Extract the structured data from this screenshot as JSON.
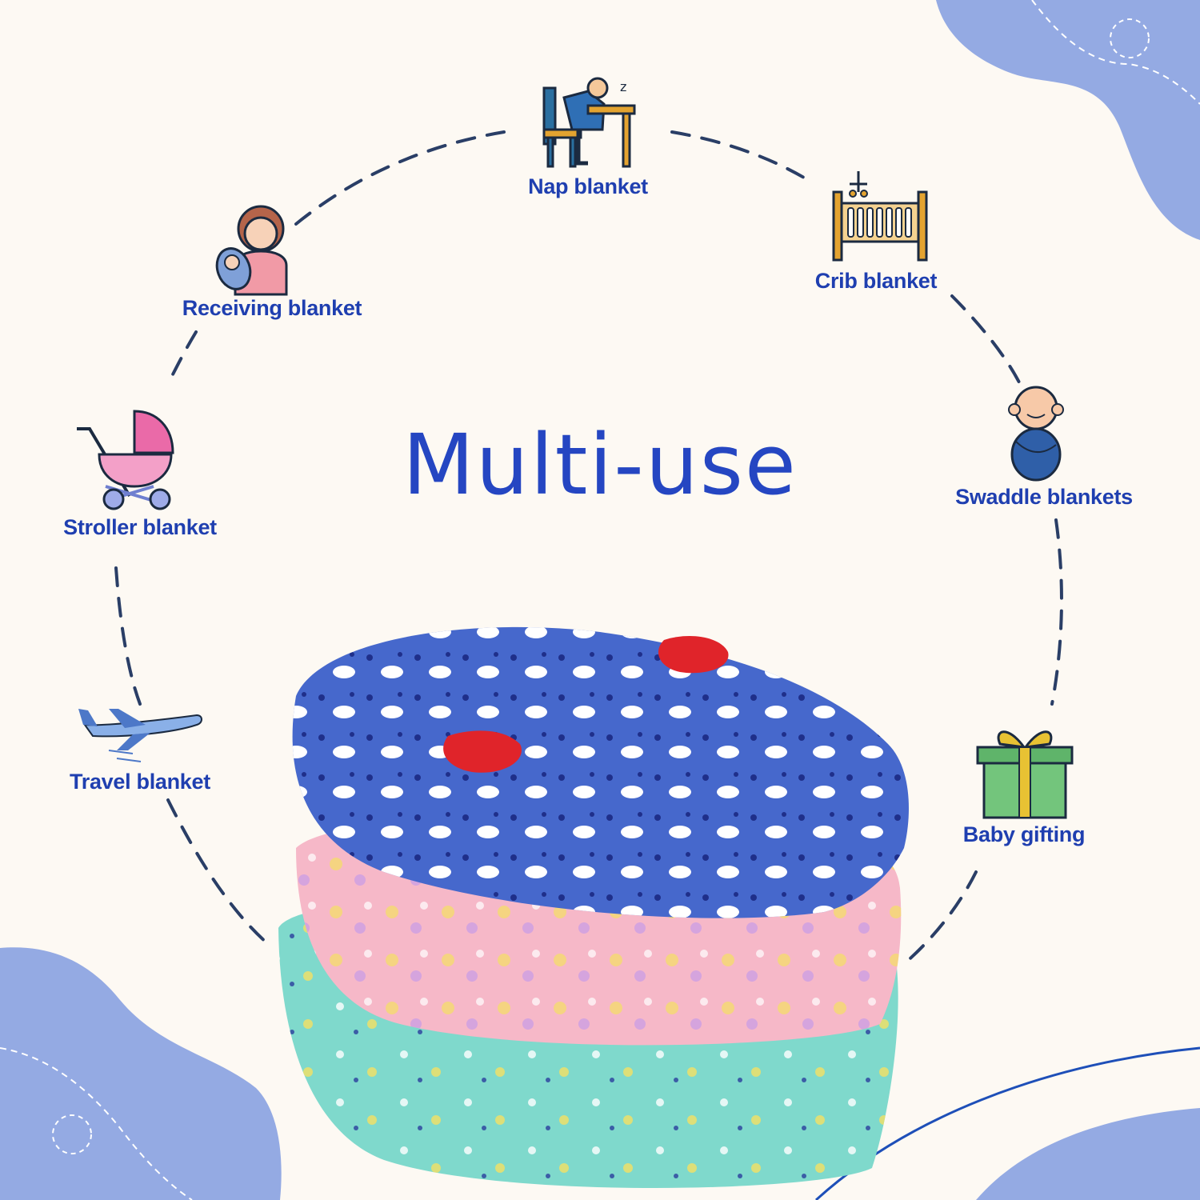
{
  "headline": "Multi-use",
  "uses": [
    {
      "label": "Nap blanket",
      "icon": "person-sleeping-at-desk-icon"
    },
    {
      "label": "Crib blanket",
      "icon": "crib-with-mobile-icon"
    },
    {
      "label": "Receiving blanket",
      "icon": "mother-holding-baby-icon"
    },
    {
      "label": "Swaddle blankets",
      "icon": "swaddled-baby-icon"
    },
    {
      "label": "Stroller blanket",
      "icon": "baby-stroller-icon"
    },
    {
      "label": "Travel blanket",
      "icon": "airplane-icon"
    },
    {
      "label": "Baby gifting",
      "icon": "gift-box-icon"
    }
  ],
  "product": "folded-blanket-stack-image",
  "colors": {
    "background": "#fdf9f3",
    "accent_blob": "#94aae3",
    "text": "#1f3fb0",
    "dash_circle": "#2a3e66"
  }
}
